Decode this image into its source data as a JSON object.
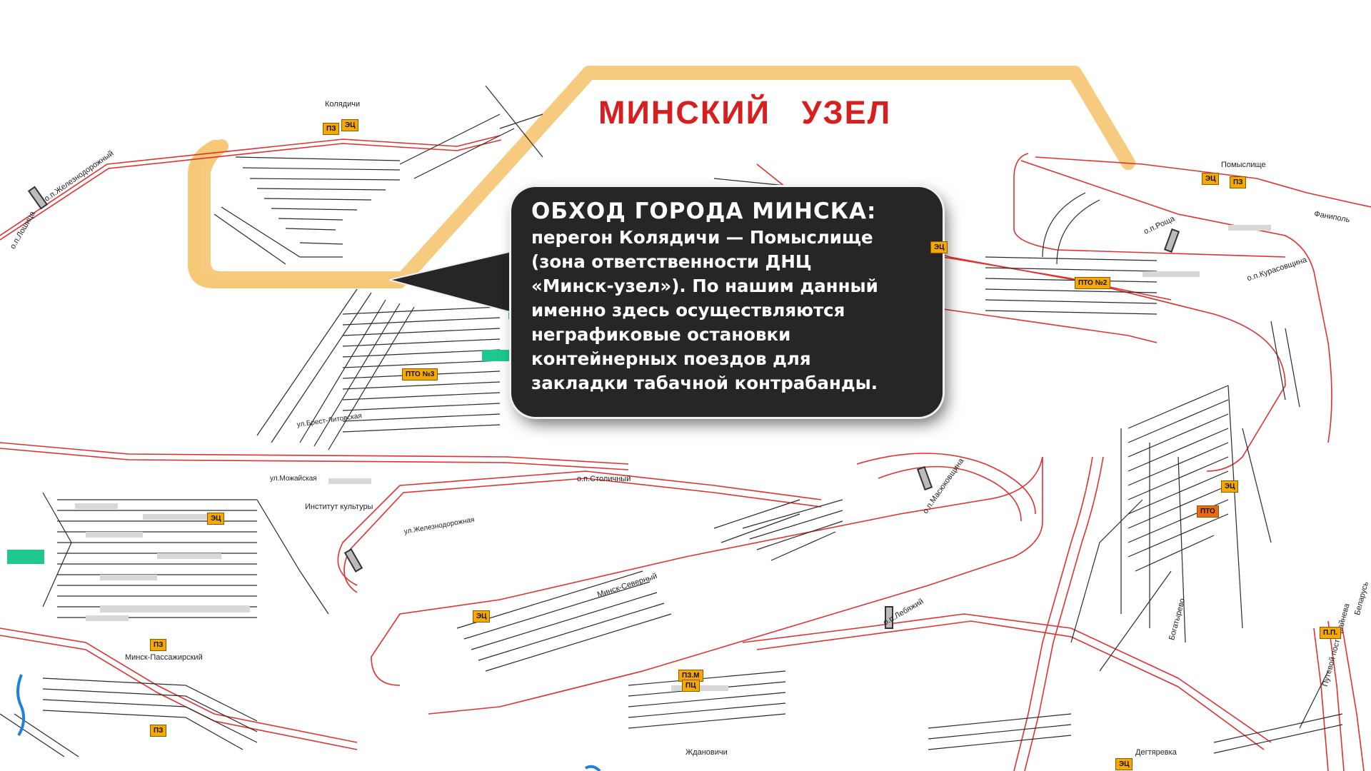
{
  "map": {
    "title": "МИНСКИЙ   УЗЕЛ",
    "colors": {
      "track_red": "#e03030",
      "track_dark": "#2a2a2a",
      "highlight_orange": "#f5c878",
      "callout_bg": "#262626",
      "badge_orange": "#f5a800",
      "title_red": "#d62020"
    }
  },
  "callout": {
    "heading": "ОБХОД ГОРОДА МИНСКА:",
    "lines": [
      "перегон Колядичи — Помыслище",
      "(зона ответственности ДНЦ",
      "«Минск-узел»). По нашим данный",
      "именно здесь осуществляются",
      "неграфиковые остановки",
      "контейнерных поездов для",
      "закладки табачной контрабанды."
    ]
  },
  "stations": {
    "koliadichi": "Колядичи",
    "pomyslische": "Помыслище",
    "fanipol": "Фаниполь",
    "zheleznodorozhny": "о.п.Железнодорожный",
    "loshitsa": "о.п.Лошица",
    "roscha": "о.п.Роща",
    "kurasovshchina": "о.п.Курасовщина",
    "stolichny": "о.п.Столичный",
    "institut_kultury": "Институт культуры",
    "minsk_passazhirsky": "Минск-Пассажирский",
    "minsk_severny": "Минск-Северный",
    "masyukovshchina": "о.п.Масюковщина",
    "lebyazhy": "о.п.Лебяжий",
    "zhdanovichi": "Ждановичи",
    "degtyarevka": "Дегтяревка",
    "bogatyrevo": "Богатырево",
    "brest_litovsky": "ул.Брест-Литовская",
    "zheleznodorozhnaya": "ул.Железнодорожная",
    "elektroshit": "ул.Можайская",
    "krasnyy_bor": "Путевой пост Крайнева",
    "belarus": "Беларусь"
  },
  "badges": {
    "pz": "ПЗ",
    "ec": "ЭЦ",
    "pto": "ПТО",
    "pto2": "ПТО №2",
    "pto3": "ПТО №3",
    "pzm": "ПЗ.М",
    "pc": "ПЦ",
    "pp": "П.П."
  },
  "icons": {
    "callout_pointer": "speech-bubble-tail-icon",
    "river": "river-icon"
  }
}
